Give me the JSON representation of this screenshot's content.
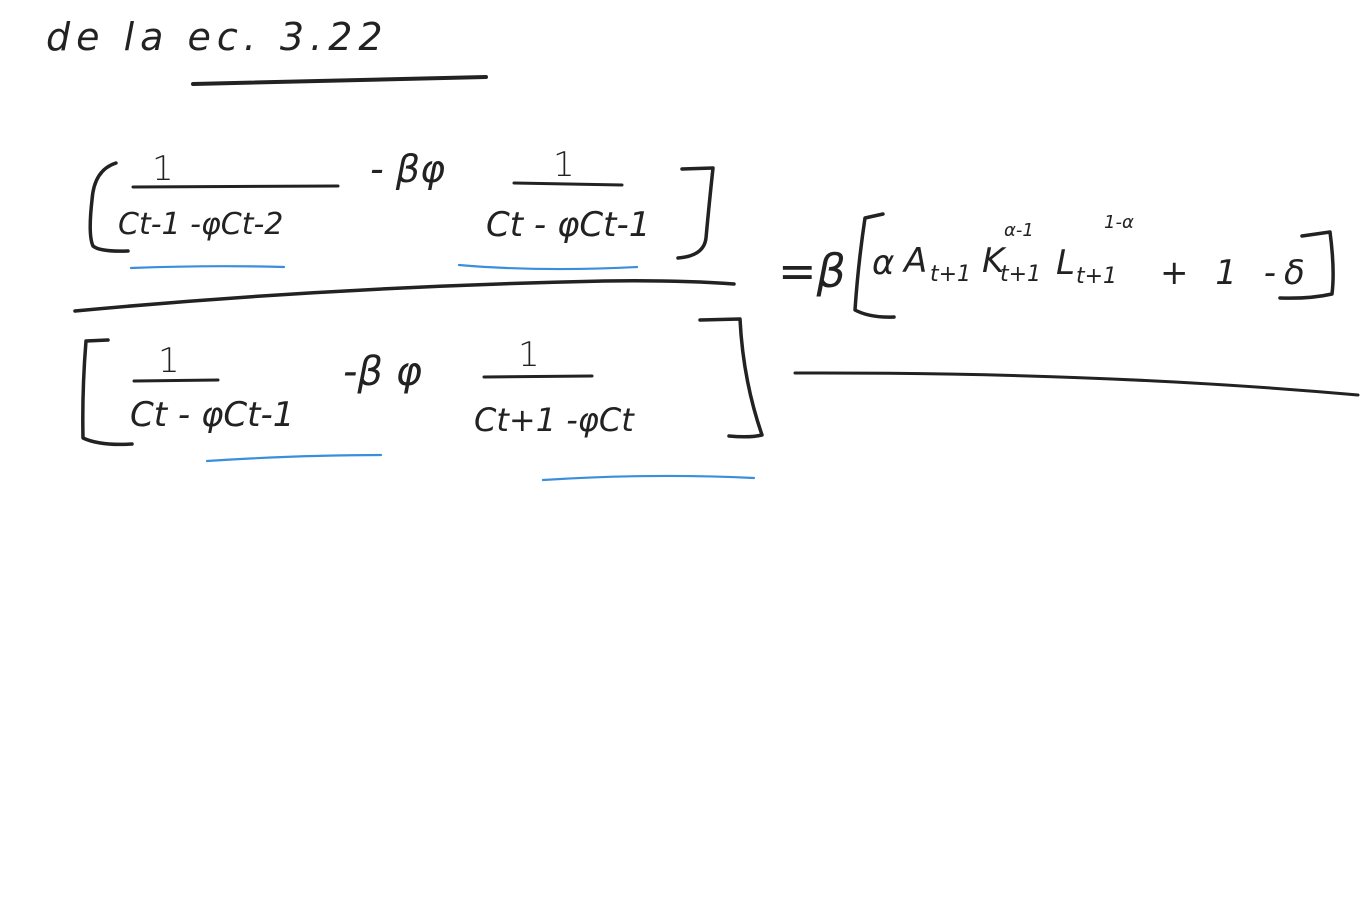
{
  "heading": {
    "text": "de   la   ec. 3.22"
  },
  "numerator": {
    "term1": {
      "one": "1",
      "denominator": "Ct-1 -φCt-2"
    },
    "minus_beta_phi": "- βφ",
    "term2": {
      "one": "1",
      "denominator": "Ct - φCt-1"
    }
  },
  "denominator": {
    "term1": {
      "one": "1",
      "denominator": "Ct - φCt-1"
    },
    "minus_beta_phi": "-β φ",
    "term2": {
      "one": "1",
      "denominator": "Ct+1 -φCt"
    }
  },
  "rhs": {
    "equals_beta": "=β",
    "alpha": "α",
    "A": "A",
    "A_sub": "t+1",
    "K": "K",
    "K_sub": "t+1",
    "K_sup": "α-1",
    "L": "L",
    "L_sub": "t+1",
    "L_sup": "1-α",
    "tail": "+ 1 -δ"
  },
  "colors": {
    "ink": "#222222",
    "highlight": "#3a8fdc"
  }
}
